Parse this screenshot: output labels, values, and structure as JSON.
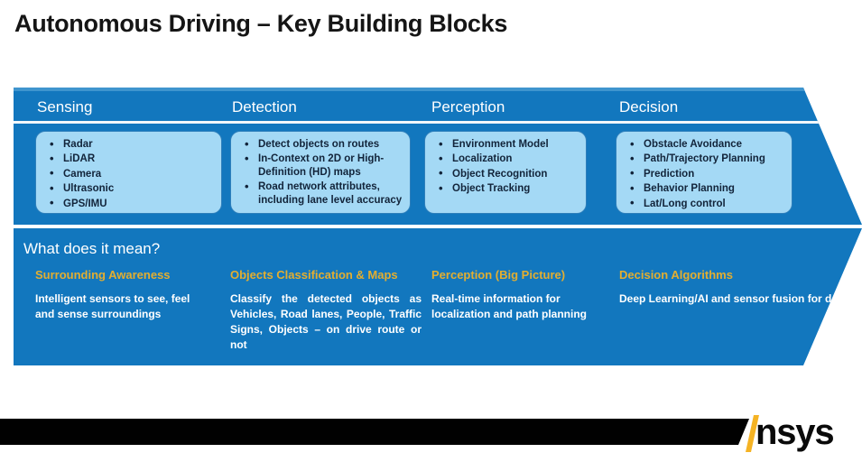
{
  "title": "Autonomous Driving – Key Building Blocks",
  "colors": {
    "band_blue": "#1277BE",
    "card_blue": "#A4D9F5",
    "card_border": "#2E7FBB",
    "gold": "#E3AE30",
    "white": "#FFFFFF",
    "dark_text": "#12243A",
    "footer_black": "#010101",
    "logo_gold": "#F5B324"
  },
  "pipeline": {
    "stages": [
      {
        "heading": "Sensing",
        "items": [
          "Radar",
          "LiDAR",
          "Camera",
          "Ultrasonic",
          "GPS/IMU"
        ]
      },
      {
        "heading": "Detection",
        "items": [
          "Detect objects on routes",
          "In-Context on 2D or High-Definition (HD) maps",
          "Road network attributes, including lane level accuracy"
        ]
      },
      {
        "heading": "Perception",
        "items": [
          "Environment Model",
          "Localization",
          "Object Recognition",
          "Object Tracking"
        ]
      },
      {
        "heading": "Decision",
        "items": [
          "Obstacle Avoidance",
          "Path/Trajectory Planning",
          "Prediction",
          "Behavior Planning",
          "Lat/Long control"
        ]
      }
    ]
  },
  "meaning": {
    "title": "What does it mean?",
    "columns": [
      {
        "heading": "Surrounding Awareness",
        "body": "Intelligent sensors to see, feel and sense surroundings"
      },
      {
        "heading": "Objects Classification & Maps",
        "body": "Classify the detected objects as Vehicles, Road lanes, People, Traffic Signs, Objects – on drive route or not"
      },
      {
        "heading": "Perception (Big Picture)",
        "body": "Real-time information for localization and path planning"
      },
      {
        "heading": "Decision Algorithms",
        "body": "Deep Learning/AI and sensor fusion for decision making & prediction"
      }
    ]
  },
  "footer": {
    "logo_text": "nsys",
    "logo_name": "Ansys"
  }
}
